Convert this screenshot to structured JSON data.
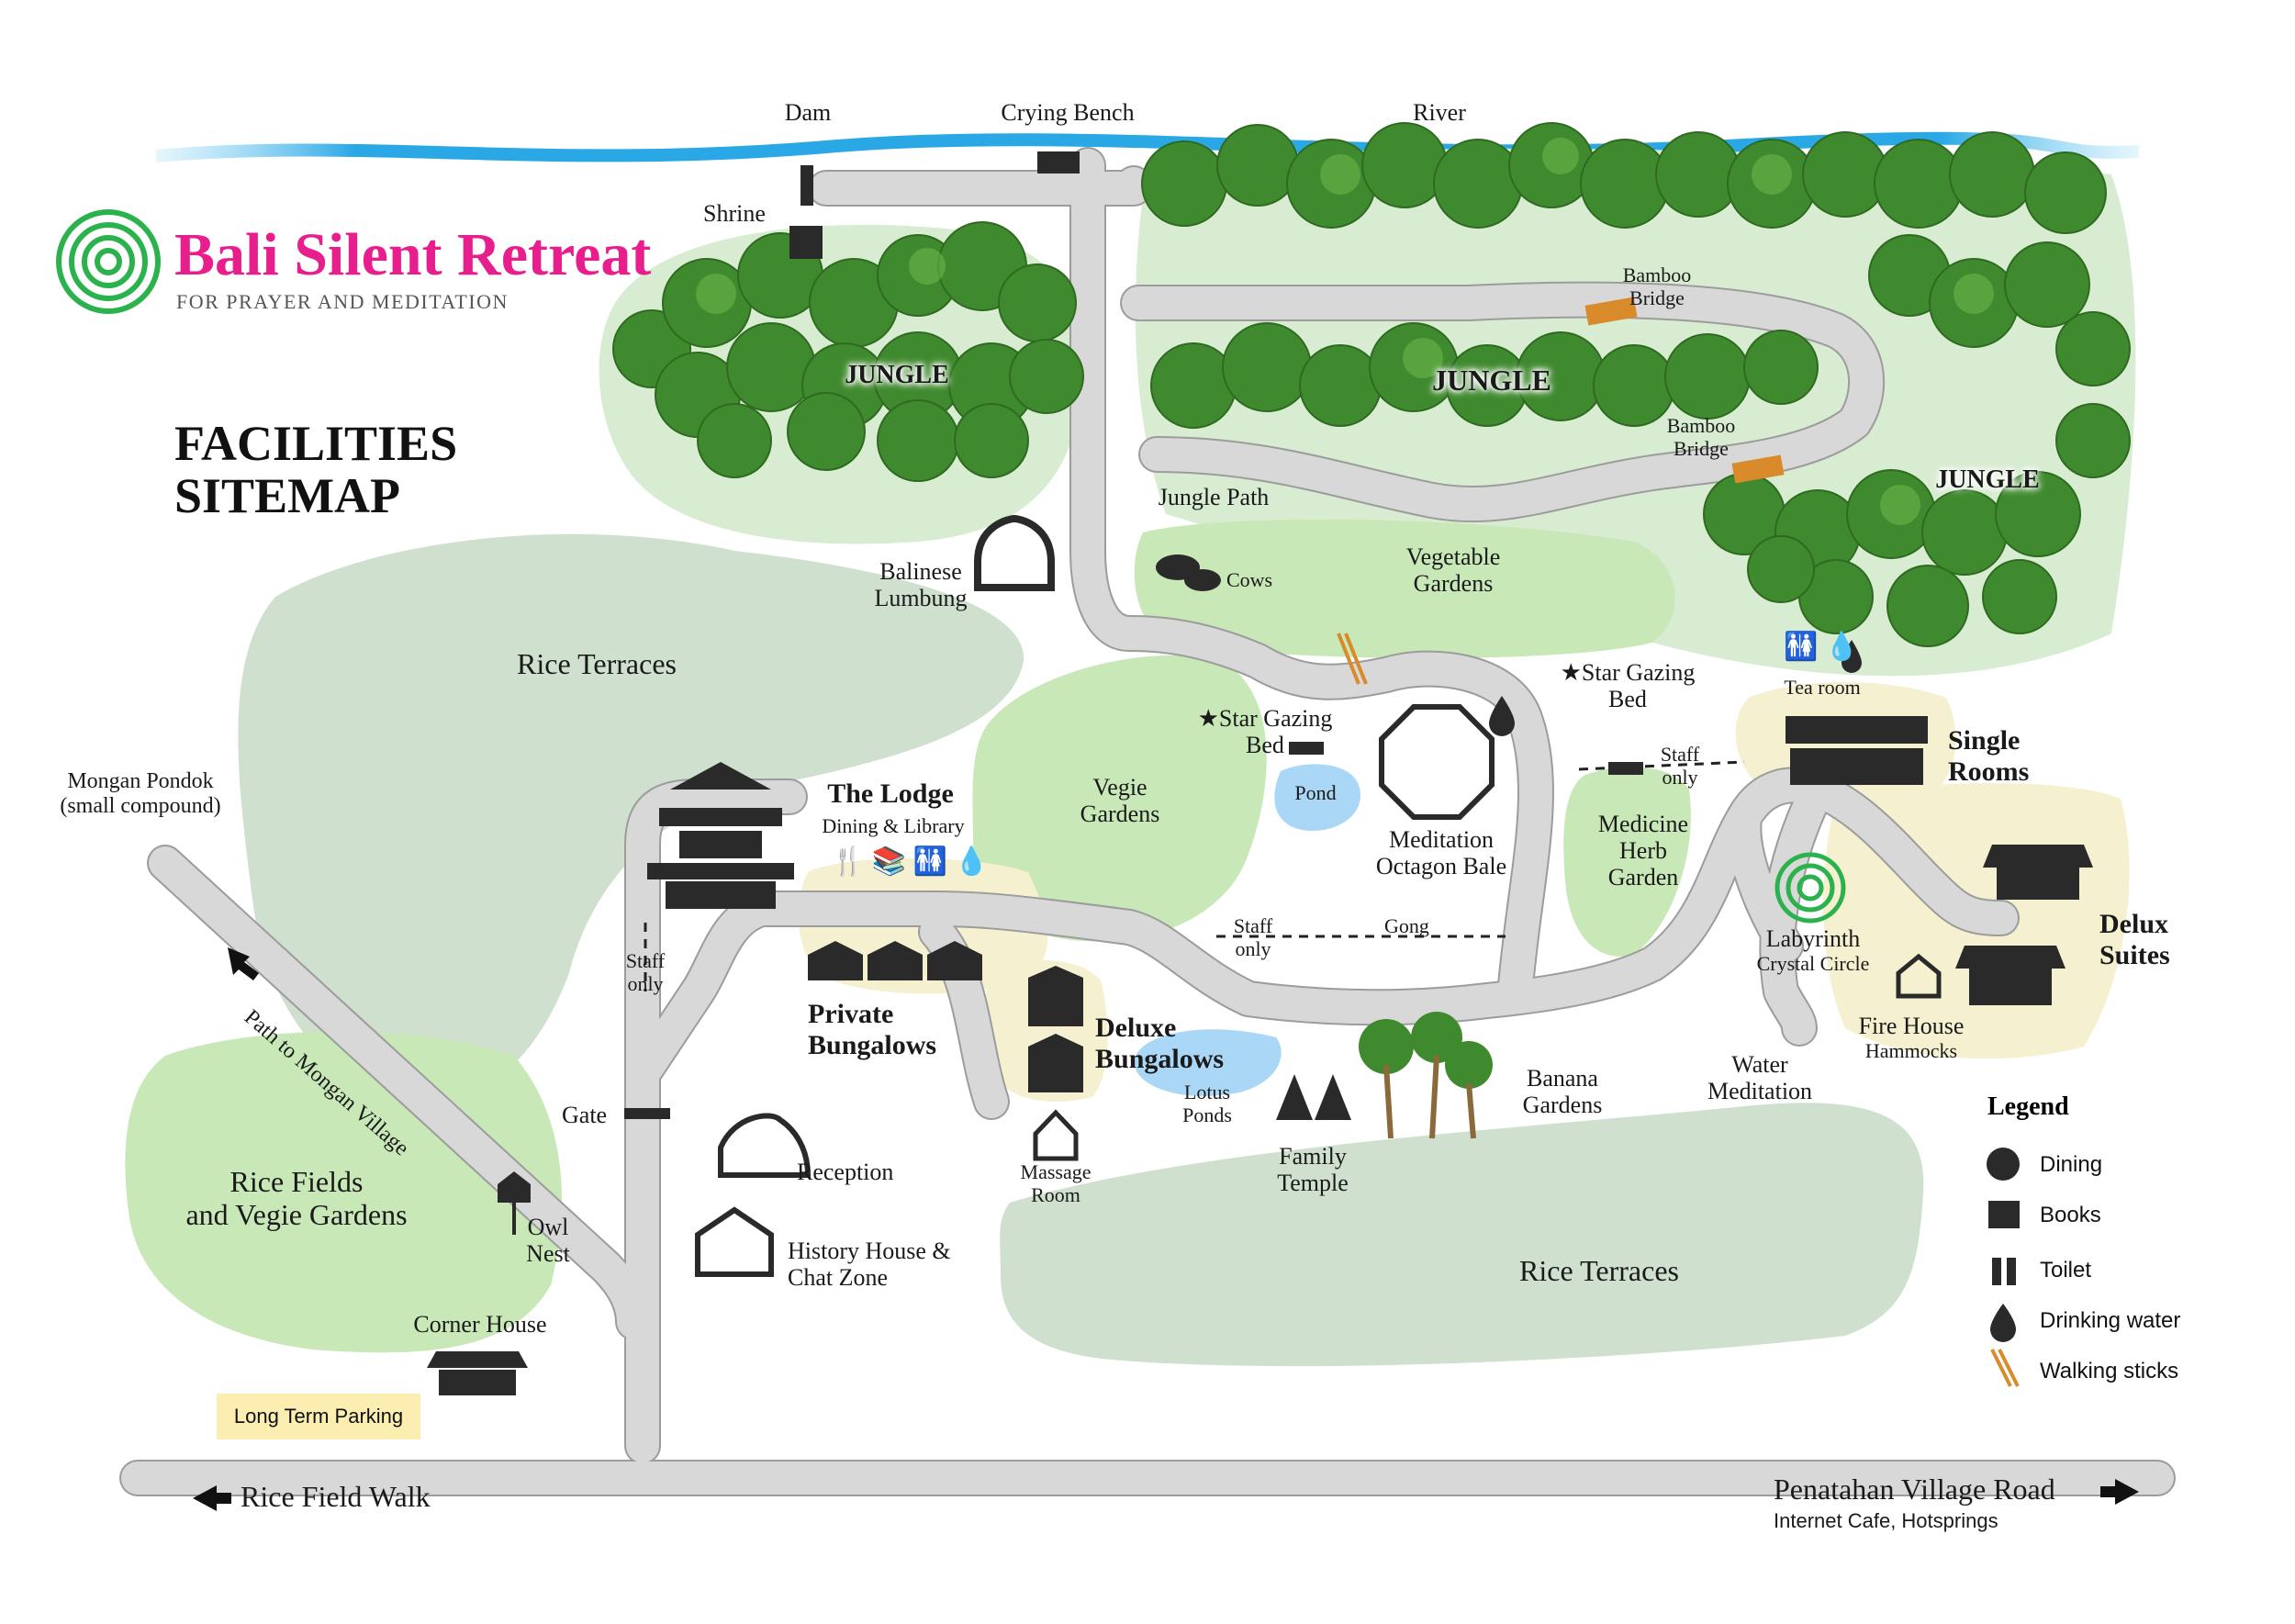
{
  "brand": {
    "name": "Bali Silent Retreat",
    "tagline": "FOR PRAYER AND MEDITATION"
  },
  "heading": [
    "FACILITIES",
    "SITEMAP"
  ],
  "top_labels": {
    "dam": "Dam",
    "crying_bench": "Crying Bench",
    "river": "River",
    "shrine": "Shrine"
  },
  "jungle": {
    "label": "JUNGLE",
    "jungle_path": "Jungle Path",
    "bamboo_bridge": [
      "Bamboo",
      "Bridge"
    ]
  },
  "lumbung": [
    "Balinese",
    "Lumbung"
  ],
  "cows": "Cows",
  "vegetable_gardens": [
    "Vegetable",
    "Gardens"
  ],
  "rice_terraces": "Rice Terraces",
  "mongan_pondok": [
    "Mongan Pondok",
    "(small compound)"
  ],
  "path_to_mongan": "Path to Mongan Village",
  "lodge": {
    "title": "The Lodge",
    "sub": "Dining & Library"
  },
  "vegie_gardens": [
    "Vegie",
    "Gardens"
  ],
  "star_gazing": [
    "★Star Gazing",
    "Bed"
  ],
  "pond": "Pond",
  "meditation_bale": [
    "Meditation",
    "Octagon Bale"
  ],
  "tea_room": "Tea room",
  "single_rooms": [
    "Single",
    "Rooms"
  ],
  "staff_only": [
    "Staff",
    "only"
  ],
  "medicine_garden": [
    "Medicine",
    "Herb",
    "Garden"
  ],
  "labyrinth": {
    "title": "Labyrinth",
    "sub": "Crystal Circle"
  },
  "delux_suites": [
    "Delux",
    "Suites"
  ],
  "fire_house": {
    "title": "Fire House",
    "sub": "Hammocks"
  },
  "gong": "Gong",
  "private_bungalows": [
    "Private",
    "Bungalows"
  ],
  "deluxe_bungalows": [
    "Deluxe",
    "Bungalows"
  ],
  "lotus_ponds": [
    "Lotus",
    "Ponds"
  ],
  "family_temple": [
    "Family",
    "Temple"
  ],
  "banana_gardens": [
    "Banana",
    "Gardens"
  ],
  "water_meditation": [
    "Water",
    "Meditation"
  ],
  "gate": "Gate",
  "reception": "Reception",
  "massage_room": [
    "Massage",
    "Room"
  ],
  "history_house": [
    "History House &",
    "Chat Zone"
  ],
  "rice_fields": [
    "Rice Fields",
    "and Vegie Gardens"
  ],
  "owl_nest": [
    "Owl",
    "Nest"
  ],
  "corner_house": "Corner House",
  "long_term_parking": "Long Term Parking",
  "rice_field_walk": "Rice Field Walk",
  "village_road": {
    "title": "Penatahan Village Road",
    "sub": "Internet Cafe, Hotsprings"
  },
  "legend": {
    "title": "Legend",
    "items": [
      {
        "label": "Dining",
        "icon": "dining-icon"
      },
      {
        "label": "Books",
        "icon": "books-icon"
      },
      {
        "label": "Toilet",
        "icon": "toilet-icon"
      },
      {
        "label": "Drinking water",
        "icon": "drinking-water-icon"
      },
      {
        "label": "Walking sticks",
        "icon": "walking-sticks-icon"
      }
    ]
  },
  "colors": {
    "brand": "#e81e8d",
    "logo": "#2bb24c",
    "path": "#cfcfcf",
    "river": "#2aa8e6",
    "green_area": "#cfe8c3",
    "yellow_area": "#f6f1cf",
    "tree": "#3f8a2e"
  }
}
